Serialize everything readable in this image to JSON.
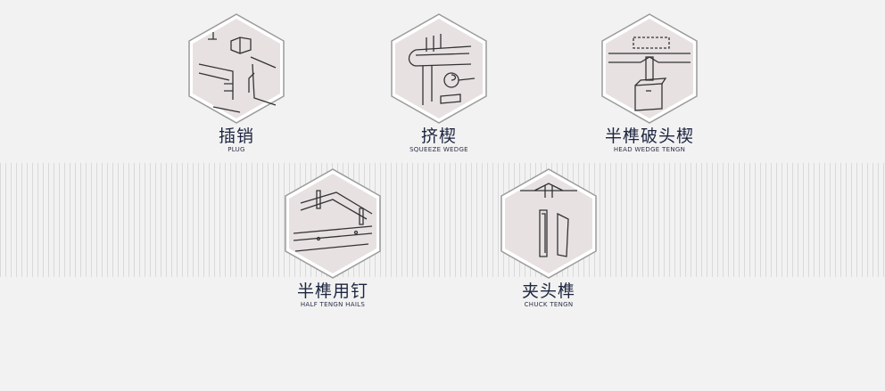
{
  "items": [
    {
      "zh": "插销",
      "en": "PLUG",
      "icon": "plug-joint-illustration"
    },
    {
      "zh": "挤楔",
      "en": "SQUEEZE WEDGE",
      "icon": "squeeze-wedge-illustration"
    },
    {
      "zh": "半榫破头楔",
      "en": "HEAD WEDGE TENGN",
      "icon": "head-wedge-illustration"
    },
    {
      "zh": "半榫用钉",
      "en": "HALF TENGN HAILS",
      "icon": "half-tenon-nails-illustration"
    },
    {
      "zh": "夹头榫",
      "en": "CHUCK TENGN",
      "icon": "chuck-tenon-illustration"
    }
  ],
  "colors": {
    "hex_fill": "#e7e1e2",
    "hex_stroke": "#8c8c8c",
    "text": "#1e2540",
    "stripe": "#d9d9d9"
  }
}
